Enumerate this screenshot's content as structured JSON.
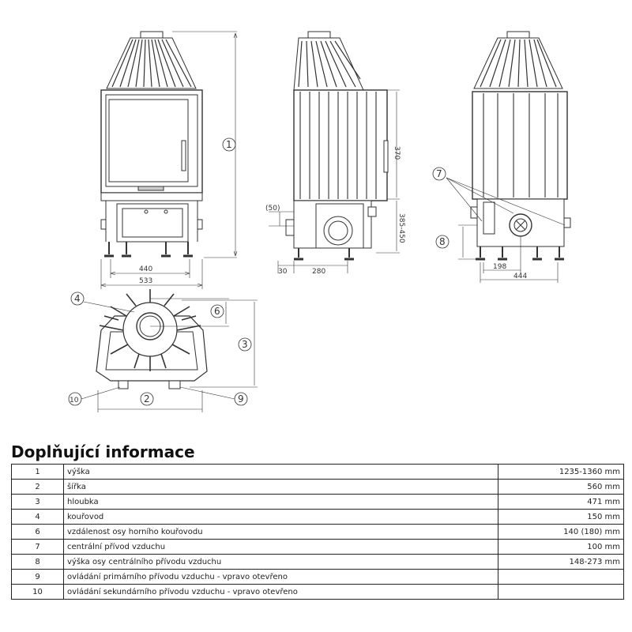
{
  "drawing": {
    "front": {
      "dim_width_inner": "440",
      "dim_width_outer": "533",
      "callout_height": "1"
    },
    "side": {
      "dim_offset": "(50)",
      "dim_door": "370",
      "dim_air": "385-450",
      "dim_bottom_left": "30",
      "dim_bottom": "280"
    },
    "back": {
      "callout_air": "7",
      "callout_air_height": "8",
      "dim_198": "198",
      "dim_444": "444"
    },
    "top": {
      "callout_flue": "4",
      "callout_flue_dist": "6",
      "callout_depth": "3",
      "callout_width": "2",
      "callout_secondary": "10",
      "callout_primary": "9"
    }
  },
  "info": {
    "heading": "Doplňující informace",
    "rows": [
      {
        "num": "1",
        "label": "výška",
        "value": "1235-1360 mm"
      },
      {
        "num": "2",
        "label": "šířka",
        "value": "560 mm"
      },
      {
        "num": "3",
        "label": "hloubka",
        "value": "471 mm"
      },
      {
        "num": "4",
        "label": "kouřovod",
        "value": "150 mm"
      },
      {
        "num": "6",
        "label": "vzdálenost osy horního kouřovodu",
        "value": "140 (180) mm"
      },
      {
        "num": "7",
        "label": "centrální přívod vzduchu",
        "value": "100 mm"
      },
      {
        "num": "8",
        "label": "výška osy centrálního přívodu vzduchu",
        "value": "148-273 mm"
      },
      {
        "num": "9",
        "label": "ovládání primárního přívodu vzduchu - vpravo otevřeno",
        "value": ""
      },
      {
        "num": "10",
        "label": "ovládání sekundárního přívodu vzduchu - vpravo otevřeno",
        "value": ""
      }
    ]
  }
}
